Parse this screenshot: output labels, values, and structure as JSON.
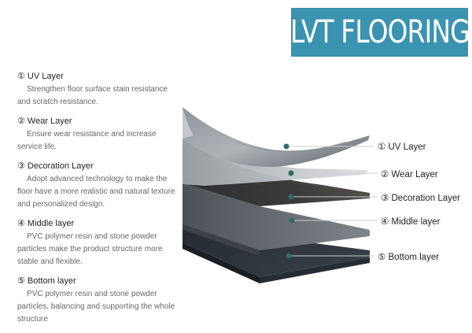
{
  "title": "LVT FLOORING",
  "descriptions": [
    {
      "title": "① UV Layer",
      "text": "Strengthen floor surface stain resistance and scratch resistance."
    },
    {
      "title": "② Wear Layer",
      "text": "Ensure wear resistance and increase service life."
    },
    {
      "title": "③ Decoration Layer",
      "text": "Adopt advanced technology to make the floor have a more realistic and natural texture and personalized design."
    },
    {
      "title": "④ Middle layer",
      "text": "PVC polymer resin and stone powder particles make the product structure more stable and flexible."
    },
    {
      "title": "⑤ Bottom layer",
      "text": "PVC polymer resin and stone powder particles, balancing and supporting the whole structure"
    }
  ],
  "callouts": [
    "① UV Layer",
    "② Wear Layer",
    "③ Decoration Layer",
    "④ Middle layer",
    "⑤ Bottom layer"
  ],
  "colors": {
    "title_bg": "#3a93b1",
    "uv_layer": "#aeb3b8",
    "wear_layer": "#c9ccd0",
    "decoration_layer": "#2f3338",
    "middle_layer": "#5d6268",
    "bottom_layer": "#2a3038"
  }
}
